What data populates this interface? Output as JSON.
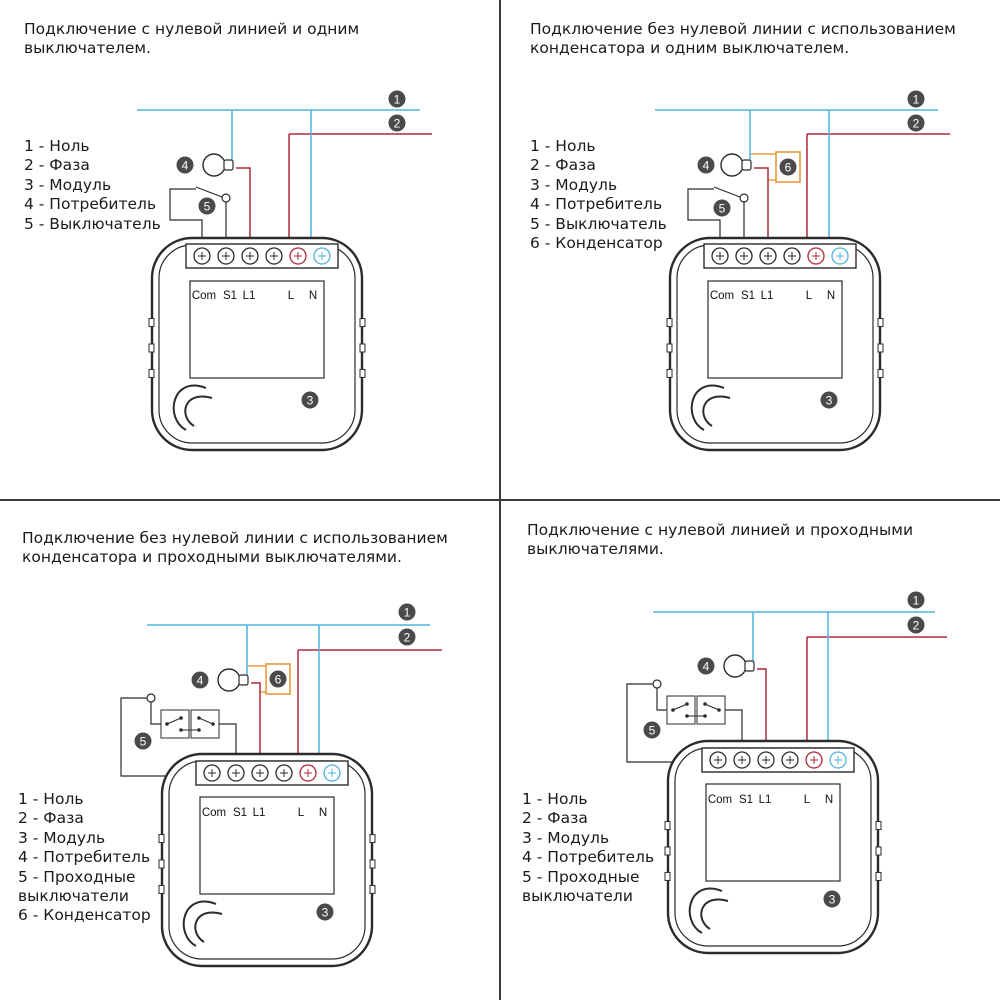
{
  "colors": {
    "neutral": "#4fb3df",
    "phase": "#b0283a",
    "capacitor": "#e89a3c",
    "outline": "#2b2b2b",
    "badge": "#4a4a4a"
  },
  "icons": {
    "lamp": "light-bulb-icon",
    "switch": "single-switch-icon",
    "pass_switch": "pass-through-switch-icon",
    "capacitor": "capacitor-box",
    "module": "smart-module-body"
  },
  "labels": {
    "com": "Com",
    "s1": "S1",
    "l1": "L1",
    "l": "L",
    "n": "N"
  },
  "badges": {
    "b1": "1",
    "b2": "2",
    "b3": "3",
    "b4": "4",
    "b5": "5",
    "b6": "6"
  },
  "panels": [
    {
      "title": "Подключение с нулевой линией и одним\nвыключателем.",
      "legend": [
        "1 - Ноль",
        "2 - Фаза",
        "3 - Модуль",
        "4 - Потребитель",
        "5 - Выключатель"
      ]
    },
    {
      "title": "Подключение без нулевой линии с использованием\nконденсатора и одним выключателем.",
      "legend": [
        "1 - Ноль",
        "2 - Фаза",
        "3 - Модуль",
        "4 - Потребитель",
        "5 - Выключатель",
        "6 - Конденсатор"
      ]
    },
    {
      "title": "Подключение без нулевой линии с использованием\nконденсатора и проходными выключателями.",
      "legend": [
        "1 - Ноль",
        "2 - Фаза",
        "3 - Модуль",
        "4 - Потребитель",
        "5 - Проходные\nвыключатели",
        "6 - Конденсатор"
      ]
    },
    {
      "title": "Подключение с нулевой линией и проходными\nвыключателями.",
      "legend": [
        "1 - Ноль",
        "2 - Фаза",
        "3 - Модуль",
        "4 - Потребитель",
        "5 - Проходные\nвыключатели"
      ]
    }
  ]
}
